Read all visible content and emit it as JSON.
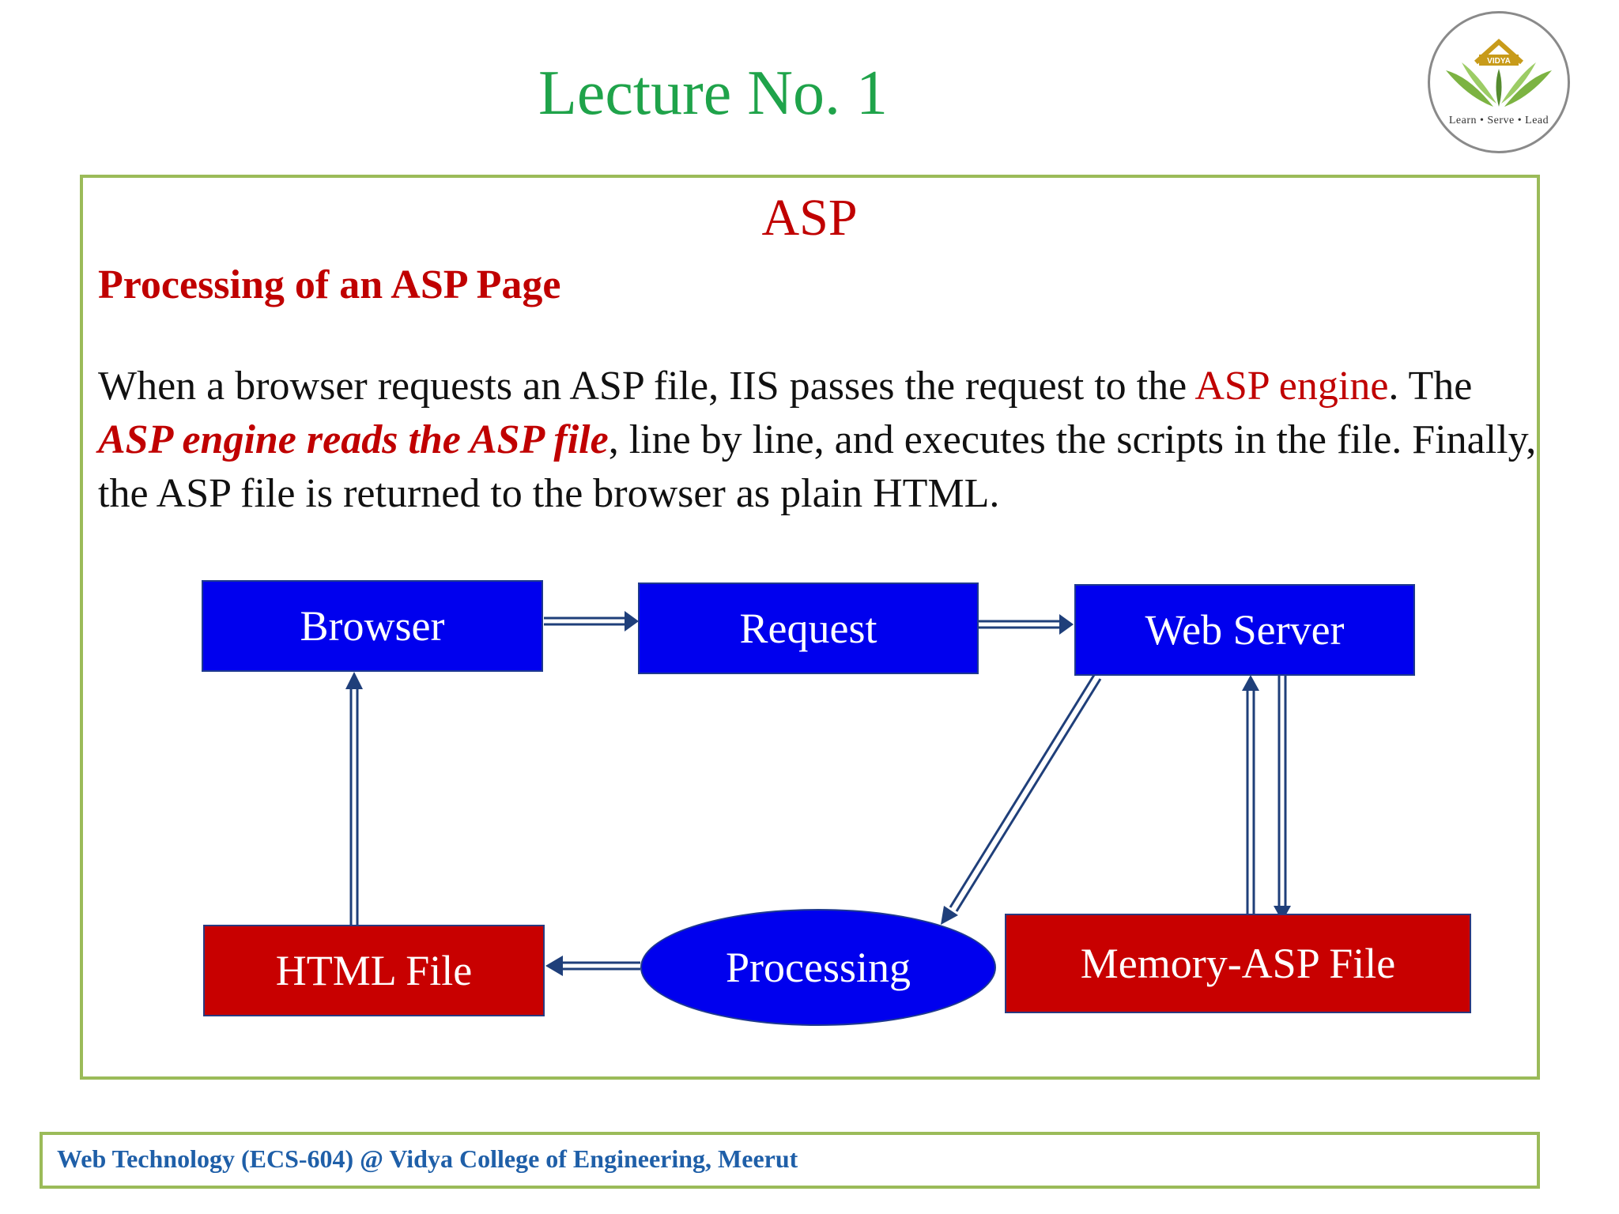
{
  "header": {
    "lecture_title": "Lecture No. 1",
    "logo_text": "VIDYA",
    "logo_tagline": "Learn • Serve • Lead"
  },
  "slide": {
    "title": "ASP",
    "section_heading": "Processing of an ASP Page",
    "paragraph": {
      "part1": "When a browser requests an ASP file, IIS passes the request to the ",
      "highlight1": "ASP engine",
      "part2": ". The ",
      "highlight2": "ASP engine reads the ASP file",
      "part3": ", line by line, and executes the scripts in the file. Finally, the ASP file is returned to the browser as plain HTML."
    }
  },
  "diagram": {
    "nodes": {
      "browser": "Browser",
      "request": "Request",
      "web_server": "Web Server",
      "html_file": "HTML File",
      "processing": "Processing",
      "memory_asp_file": "Memory-ASP File"
    },
    "colors": {
      "blue_node": "#0000ee",
      "red_node": "#c80000",
      "arrow": "#1f3f7a"
    }
  },
  "footer": {
    "text": "Web Technology (ECS-604) @ Vidya College of Engineering, Meerut"
  },
  "colors": {
    "frame_border": "#9bbb59",
    "title_green": "#1fa34a",
    "accent_red": "#c00000",
    "footer_blue": "#1f5fa8"
  }
}
